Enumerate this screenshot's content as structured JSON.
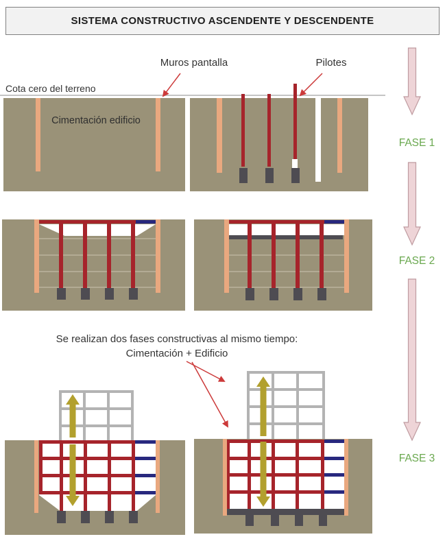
{
  "title": "SISTEMA CONSTRUCTIVO ASCENDENTE Y DESCENDENTE",
  "annotations": {
    "muros_pantalla": "Muros pantalla",
    "pilotes": "Pilotes",
    "cota_cero": "Cota cero del terreno",
    "cimentacion_edificio": "Cimentación edificio",
    "simultaneous_line1": "Se realizan dos fases constructivas al mismo tiempo:",
    "simultaneous_line2": "Cimentación + Edificio"
  },
  "phases": [
    {
      "label": "FASE 1"
    },
    {
      "label": "FASE 2"
    },
    {
      "label": "FASE 3"
    }
  ],
  "icons": {
    "phase_arrow": "down-arrow-icon",
    "ascending_arrow": "up-arrow-icon",
    "descending_arrow": "down-arrow-icon",
    "annotation_arrow": "pointer-arrow-icon"
  },
  "colors": {
    "ground": "#9a9278",
    "wall": "#e9a87f",
    "structure-red": "#a6242b",
    "footing-gray": "#4e4c52",
    "beam-blue": "#28287e",
    "building-gray": "#b3b3b3",
    "floor-faint": "#b3ab94",
    "arrow-yellow": "#b2a02e",
    "fase-green": "#6aa84f",
    "phase-arrow-fill": "#eed4d7",
    "phase-arrow-stroke": "#bf9ba0",
    "annotation-red": "#cc3a3a",
    "title-bg": "#f2f2f2",
    "title-border": "#808080",
    "text-dark": "#3a3a3a",
    "ground-line": "#c4c4c4"
  }
}
